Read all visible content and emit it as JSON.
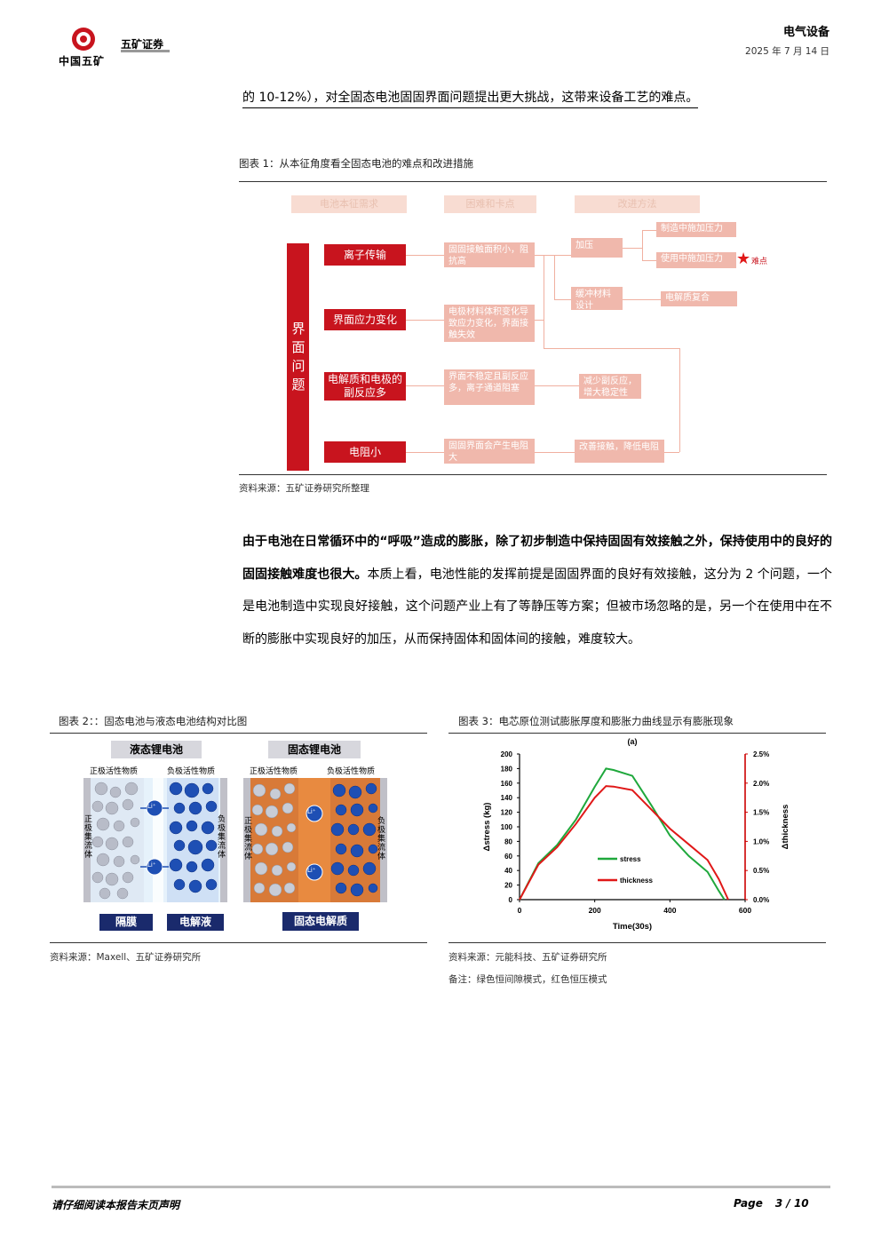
{
  "header": {
    "section": "电气设备",
    "date": "2025 年 7 月 14 日",
    "logo_cn": "中国五矿",
    "logo_securities": "五矿证券"
  },
  "intro_line": "的 10-12%），对全固态电池固固界面问题提出更大挑战，这带来设备工艺的难点。",
  "figure1": {
    "caption": "图表 1：从本征角度看全固态电池的难点和改进措施",
    "headers": [
      "电池本征需求",
      "困难和卡点",
      "改进方法"
    ],
    "vertical_label": "界面问题",
    "rows": [
      {
        "label": "离子传输",
        "issue": "固固接触面积小，阻抗高"
      },
      {
        "label": "界面应力变化",
        "issue": "电极材料体积变化导致应力变化，界面接触失效"
      },
      {
        "label": "电解质和电极的副反应多",
        "issue": "界面不稳定且副反应多，离子通道阻塞"
      },
      {
        "label": "电阻小",
        "issue": "固固界面会产生电阻大"
      }
    ],
    "methods": [
      "加压",
      "制造中施加压力",
      "使用中施加压力",
      "缓冲材料设计",
      "电解质复合",
      "减少副反应，增大稳定性",
      "改善接触，降低电阻"
    ],
    "star_label": "难点",
    "source": "资料来源：五矿证券研究所整理"
  },
  "paragraph": {
    "bold": "由于电池在日常循环中的“呼吸”造成的膨胀，除了初步制造中保持固固有效接触之外，保持使用中的良好的固固接触难度也很大。",
    "normal": "本质上看，电池性能的发挥前提是固固界面的良好有效接触，这分为 2 个问题，一个是电池制造中实现良好接触，这个问题产业上有了等静压等方案；但被市场忽略的是，另一个在使用中在不断的膨胀中实现良好的加压，从而保持固体和固体间的接触，难度较大。"
  },
  "figure2": {
    "caption": "图表 2：：固态电池与液态电池结构对比图",
    "left_title": "液态锂电池",
    "right_title": "固态锂电池",
    "cathode": "正极活性物质",
    "anode": "负极活性物质",
    "cathode_cc": "正极集流体",
    "anode_cc": "负极集流体",
    "li": "Li⁺",
    "separator": "隔膜",
    "electrolyte": "电解液",
    "solid_electrolyte": "固态电解质",
    "source": "资料来源：Maxell、五矿证券研究所"
  },
  "figure3": {
    "caption": "图表 3：电芯原位测试膨胀厚度和膨胀力曲线显示有膨胀现象",
    "source": "资料来源：元能科技、五矿证券研究所",
    "note": "备注：绿色恒间隙模式，红色恒压模式"
  },
  "chart_data": {
    "type": "line",
    "title": "(a)",
    "xlabel": "Time(30s)",
    "ylabel": "Δstress (kg)",
    "y2label": "Δthickness",
    "xlim": [
      0,
      600
    ],
    "ylim": [
      0,
      200
    ],
    "y2lim": [
      0,
      2.5
    ],
    "xticks": [
      "0",
      "200",
      "400",
      "600"
    ],
    "yticks": [
      "0",
      "20",
      "40",
      "60",
      "80",
      "100",
      "120",
      "140",
      "160",
      "180",
      "200"
    ],
    "y2ticks": [
      "0.0%",
      "0.5%",
      "1.0%",
      "1.5%",
      "2.0%",
      "2.5%"
    ],
    "legend_position": "center-left",
    "series": [
      {
        "name": "stress",
        "color": "#1fa83c",
        "axis": "left",
        "x": [
          0,
          50,
          100,
          150,
          200,
          230,
          250,
          300,
          350,
          400,
          450,
          500,
          530,
          545
        ],
        "y": [
          0,
          50,
          75,
          110,
          155,
          180,
          178,
          170,
          130,
          88,
          60,
          38,
          12,
          0
        ]
      },
      {
        "name": "thickness",
        "color": "#e01818",
        "axis": "right",
        "x": [
          0,
          50,
          100,
          150,
          200,
          230,
          250,
          300,
          350,
          400,
          450,
          500,
          530,
          555
        ],
        "y": [
          0,
          0.6,
          0.9,
          1.3,
          1.75,
          1.95,
          1.94,
          1.88,
          1.55,
          1.22,
          0.95,
          0.68,
          0.35,
          0
        ]
      }
    ]
  },
  "footer": {
    "disclaimer": "请仔细阅读本报告末页声明",
    "page_label": "Page",
    "page_num": "3 / 10"
  }
}
